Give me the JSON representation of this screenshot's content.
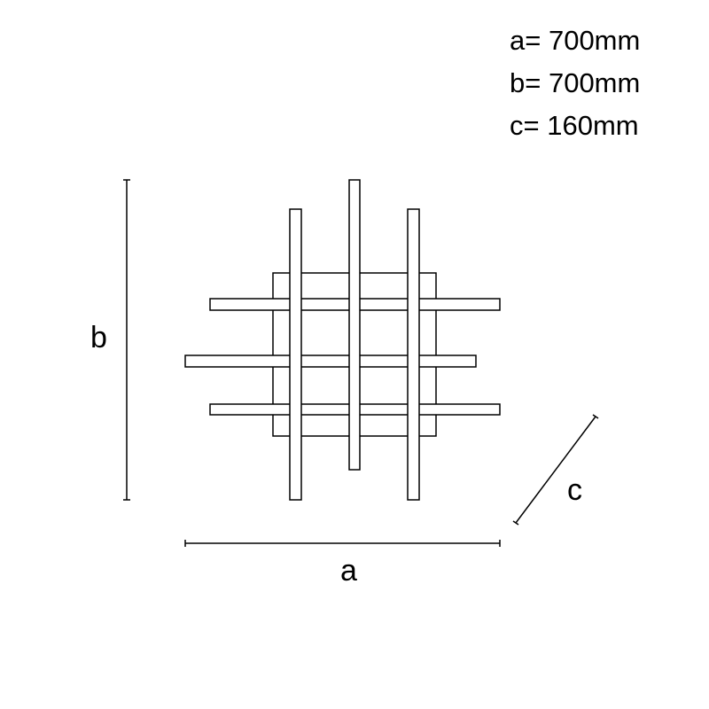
{
  "specs": [
    {
      "text": "a= 700mm"
    },
    {
      "text": "b= 700mm"
    },
    {
      "text": "c= 160mm"
    }
  ],
  "dimension_labels": {
    "a": "a",
    "b": "b",
    "c": "c"
  },
  "colors": {
    "line": "#000000",
    "background": "#ffffff"
  }
}
